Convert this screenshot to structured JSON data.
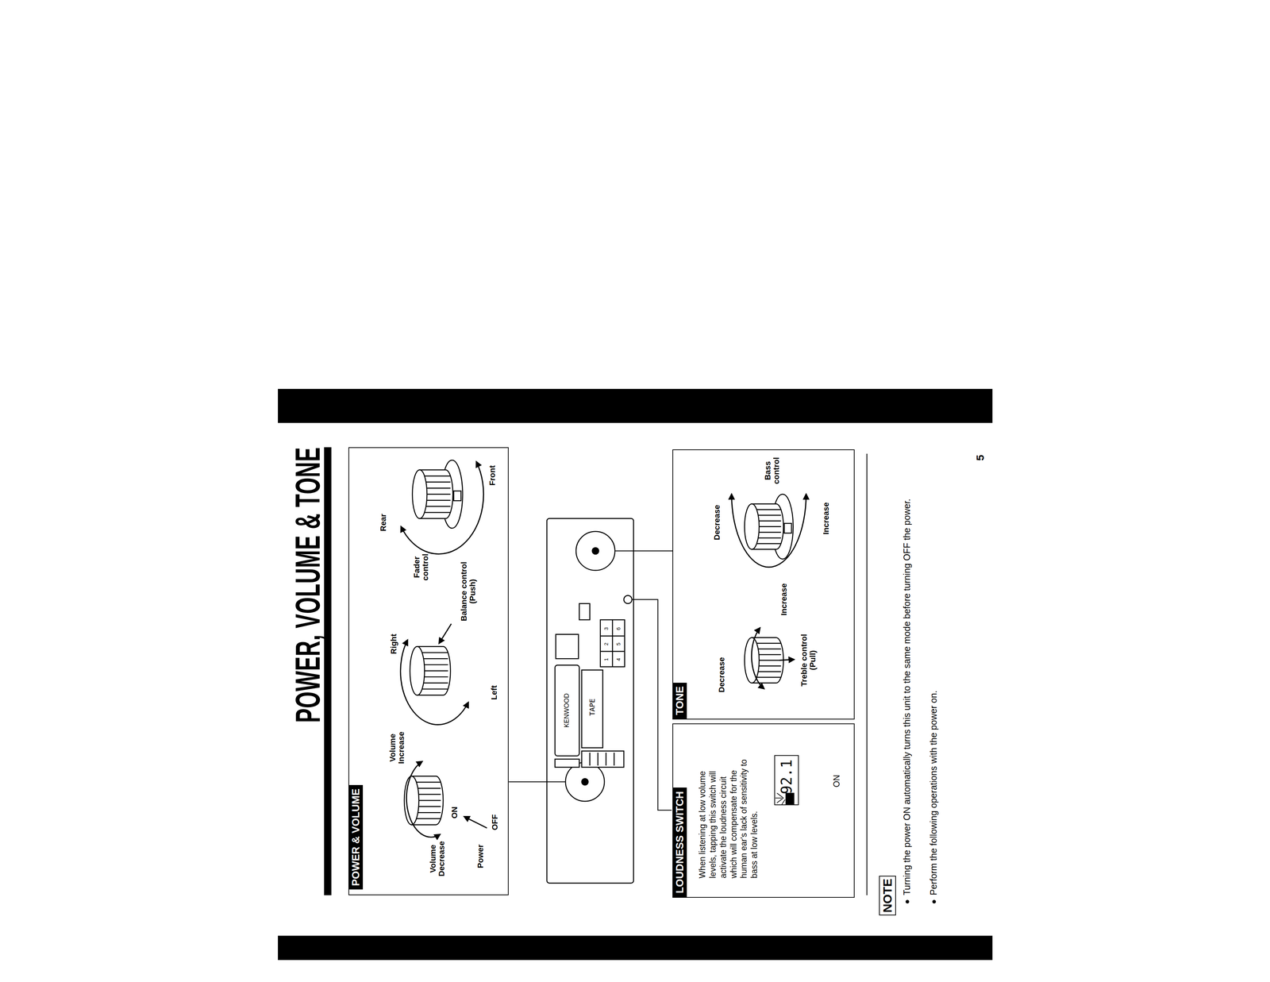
{
  "diagram": {
    "title": "POWER, VOLUME & TONE",
    "nodes": [
      {
        "text": [
          "POWER & VOLUME"
        ]
      },
      {
        "text": [
          "LOUDNESS SWITCH",
          "When listening at low volume levels, tapping this switch will activate the loudness circuit which will compensate for the human ear's lack of sensitivity to bass at low levels."
        ]
      },
      {
        "text": [
          "92.1"
        ],
        "in": 1
      },
      {
        "text": [
          "TONE"
        ]
      },
      {
        "text": [
          "NOTE"
        ]
      }
    ],
    "labels": [
      "Volume Increase",
      "Volume Decrease",
      "ON",
      "Power",
      "OFF",
      "Right",
      "Left",
      "Balance control (Push)",
      "Fader control",
      "Rear",
      "Front",
      "KENWOOD",
      "TAPE",
      "1",
      "2",
      "3",
      "4",
      "5",
      "6",
      "ON",
      "Decrease",
      "Increase",
      "Treble control (Pull)",
      "Decrease",
      "Increase",
      "Bass control",
      "Turning the power ON automatically turns this unit to the same mode before turning OFF the power.",
      "Perform the following operations with the power on.",
      "5"
    ]
  }
}
